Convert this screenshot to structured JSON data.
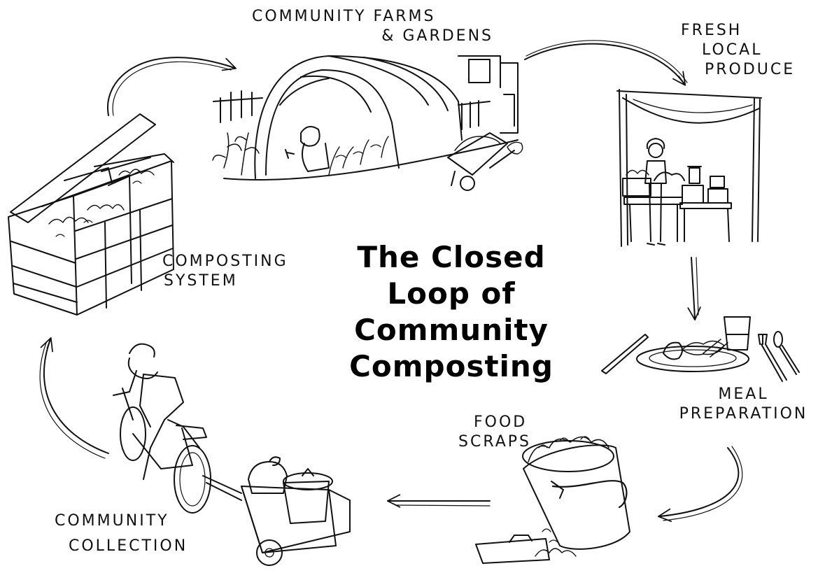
{
  "diagram": {
    "title": [
      "The Closed",
      "Loop of Community",
      "Composting"
    ],
    "stages": {
      "farms": [
        "COMMUNITY FARMS",
        "& GARDENS"
      ],
      "produce": [
        "FRESH",
        "LOCAL",
        "PRODUCE"
      ],
      "meal": [
        "MEAL",
        "PREPARATION"
      ],
      "scraps": [
        "FOOD",
        "SCRAPS"
      ],
      "collection": [
        "COMMUNITY",
        "COLLECTION"
      ],
      "composting": [
        "COMPOSTING",
        "SYSTEM"
      ]
    },
    "flow": [
      "farms",
      "produce",
      "meal",
      "scraps",
      "collection",
      "composting",
      "farms"
    ]
  },
  "style": {
    "ink": "#111111",
    "paper": "#ffffff"
  },
  "icons": {
    "farms": "greenhouse-hoop-house-icon",
    "produce": "market-stall-icon",
    "meal": "meal-plate-icon",
    "scraps": "scrap-bucket-icon",
    "collection": "bike-trailer-icon",
    "composting": "compost-bins-icon"
  }
}
